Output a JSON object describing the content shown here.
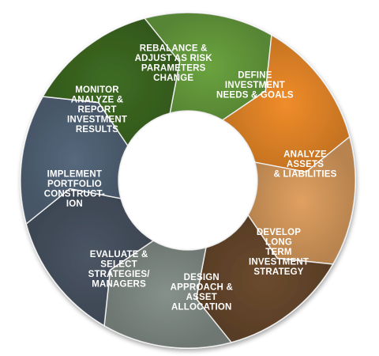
{
  "diagram": {
    "segments": [
      {
        "id": "define",
        "label": [
          "DEFINE",
          "INVESTMENT",
          "NEEDS & GOALS"
        ],
        "color": "#6aa33f"
      },
      {
        "id": "analyze",
        "label": [
          "ANALYZE",
          "ASSETS",
          "& LIABILITIES"
        ],
        "color": "#f08c2a"
      },
      {
        "id": "develop",
        "label": [
          "DEVELOP",
          "LONG",
          "TERM",
          "INVESTMENT",
          "STRATEGY"
        ],
        "color": "#e0a060"
      },
      {
        "id": "design",
        "label": [
          "DESIGN",
          "APPROACH &",
          "ASSET",
          "ALLOCATION"
        ],
        "color": "#6b4a2e"
      },
      {
        "id": "evaluate",
        "label": [
          "EVALUATE &",
          "SELECT",
          "STRATEGIES/",
          "MANAGERS"
        ],
        "color": "#86918b"
      },
      {
        "id": "implement",
        "label": [
          "IMPLEMENT",
          "PORTFOLIO",
          "CONSTRUCT-",
          "ION"
        ],
        "color": "#4a5564"
      },
      {
        "id": "monitor",
        "label": [
          "MONITOR",
          "ANALYZE &",
          "REPORT",
          "INVESTMENT",
          "RESULTS"
        ],
        "color": "#55687c"
      },
      {
        "id": "rebalance",
        "label": [
          "REBALANCE &",
          "ADJUST AS RISK",
          "PARAMETERS",
          "CHANGE"
        ],
        "color": "#3e6c22"
      }
    ]
  }
}
